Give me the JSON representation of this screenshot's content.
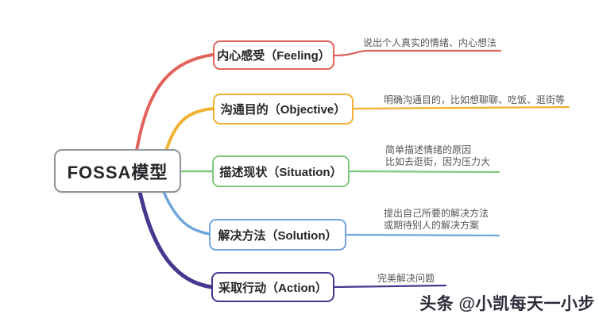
{
  "root": {
    "label": "FOSSA模型",
    "border_color": "#8E969E"
  },
  "branches": [
    {
      "label": "内心感受（Feeling）",
      "color": "#E2635B",
      "note": "说出个人真实的情绪、内心想法"
    },
    {
      "label": "沟通目的（Objective）",
      "color": "#F1B231",
      "note": "明确沟通目的，比如想聊聊、吃饭、逛街等"
    },
    {
      "label": "描述现状（Situation）",
      "color": "#7FC97F",
      "note": "简单描述情绪的原因\n比如去逛街，因为压力大"
    },
    {
      "label": "解决方法（Solution）",
      "color": "#6FA6DB",
      "note": "提出自己所要的解决方法\n或期待别人的解决方案"
    },
    {
      "label": "采取行动（Action）",
      "color": "#44398F",
      "note": "完美解决问题"
    }
  ],
  "watermark": {
    "text": "头条 @小凯每天一小步"
  }
}
